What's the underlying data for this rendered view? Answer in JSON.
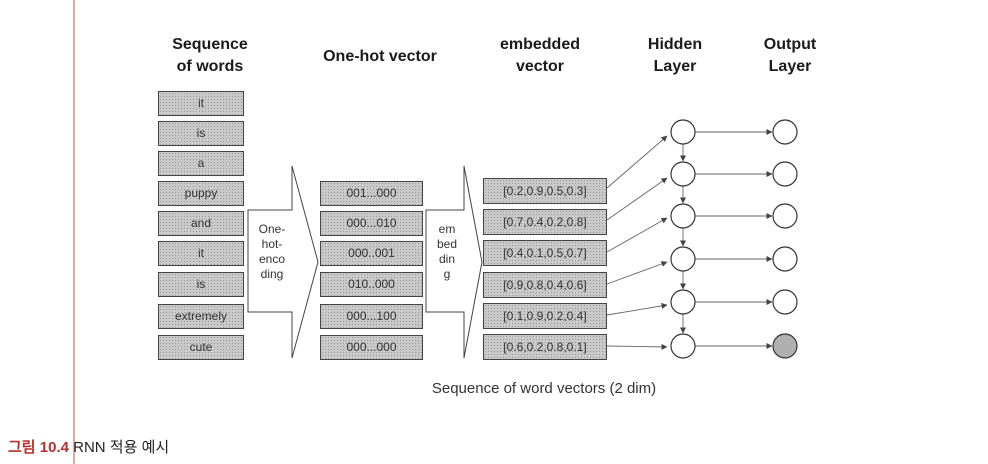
{
  "headers": {
    "sequence_of_words": "Sequence\nof words",
    "one_hot_vector": "One-hot vector",
    "embedded_vector": "embedded\nvector",
    "hidden_layer": "Hidden\nLayer",
    "output_layer": "Output\nLayer"
  },
  "words": [
    "it",
    "is",
    "a",
    "puppy",
    "and",
    "it",
    "is",
    "extremely",
    "cute"
  ],
  "one_hot_vectors": [
    "001...000",
    "000...010",
    "000..001",
    "010..000",
    "000...100",
    "000...000"
  ],
  "embedded_vectors": [
    "[0.2,0.9,0.5,0.3]",
    "[0.7,0.4,0.2,0.8]",
    "[0.4,0.1,0.5,0.7]",
    "[0.9,0.8,0.4,0.6]",
    "[0.1,0.9,0.2,0.4]",
    "[0.6,0.2,0.8,0.1]"
  ],
  "arrow_labels": {
    "one_hot_encoding": "One-\nhot-\nenco\nding",
    "embedding": "em\nbed\ndin\ng"
  },
  "caption": "Sequence of word vectors (2 dim)",
  "figure_caption": {
    "number": "그림 10.4",
    "text": " RNN 적용 예시"
  },
  "colors": {
    "box_fill": "#c9c9c9",
    "output_highlight": "#b0b0b0",
    "margin_line": "#e8a9a9",
    "figure_number": "#b5302a"
  }
}
